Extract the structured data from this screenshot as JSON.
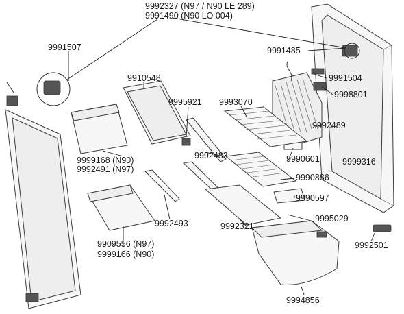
{
  "labels": {
    "p9992327": "9992327  (N97 / N90 LE 289)",
    "p9991490": "9991490  (N90 LO 004)",
    "p9991507": "9991507",
    "p9991485": "9991485",
    "p9910548": "9910548",
    "p9991504": "9991504",
    "p9998801": "9998801",
    "p9995921": "9995921",
    "p9993070": "9993070",
    "p9992489": "9992489",
    "p9999168": "9999168 (N90)",
    "p9992491": "9992491 (N97)",
    "p9992483": "9992483",
    "p9990601": "9990601",
    "p9999316": "9999316",
    "p9990886": "9990886",
    "p9990597": "9990597",
    "p9992493": "9992493",
    "p9995029": "9995029",
    "p9992321": "9992321",
    "p9909556": "9909556  (N97)",
    "p9999166": "9999166  (N90)",
    "p9992501": "9992501",
    "p9994856": "9994856"
  }
}
